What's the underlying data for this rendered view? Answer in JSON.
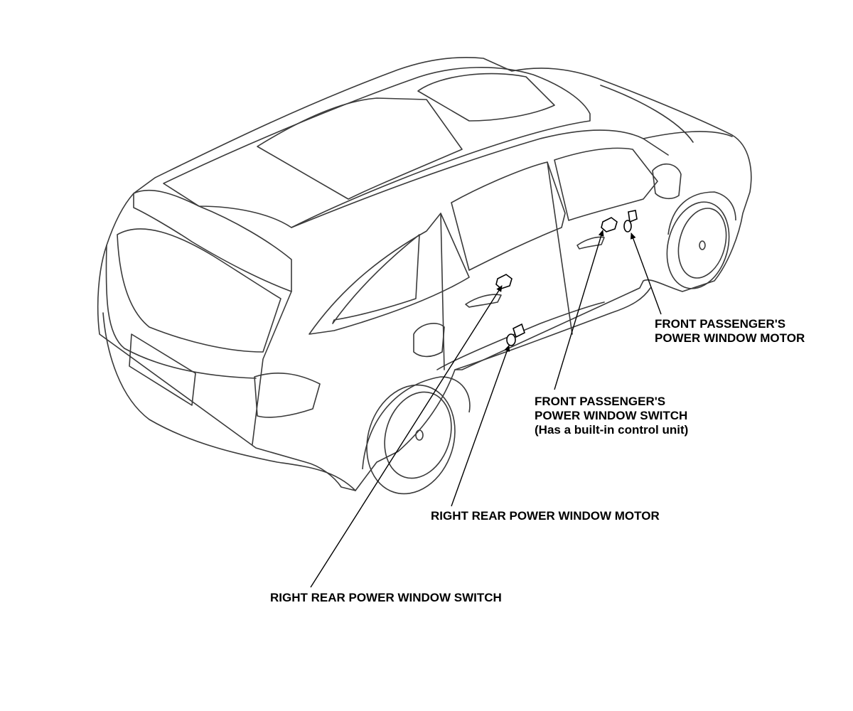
{
  "colors": {
    "outline": "#3a3a3a",
    "detail": "#8a8a8a",
    "leader": "#000000",
    "text": "#000000"
  },
  "callouts": {
    "front_passenger_motor": {
      "line1": "FRONT PASSENGER'S",
      "line2": "POWER WINDOW MOTOR"
    },
    "front_passenger_switch": {
      "line1": "FRONT PASSENGER'S",
      "line2": "POWER WINDOW SWITCH",
      "line3": "(Has a built-in control unit)"
    },
    "right_rear_motor": {
      "line1": "RIGHT REAR POWER WINDOW MOTOR"
    },
    "right_rear_switch": {
      "line1": "RIGHT REAR POWER WINDOW SWITCH"
    }
  }
}
